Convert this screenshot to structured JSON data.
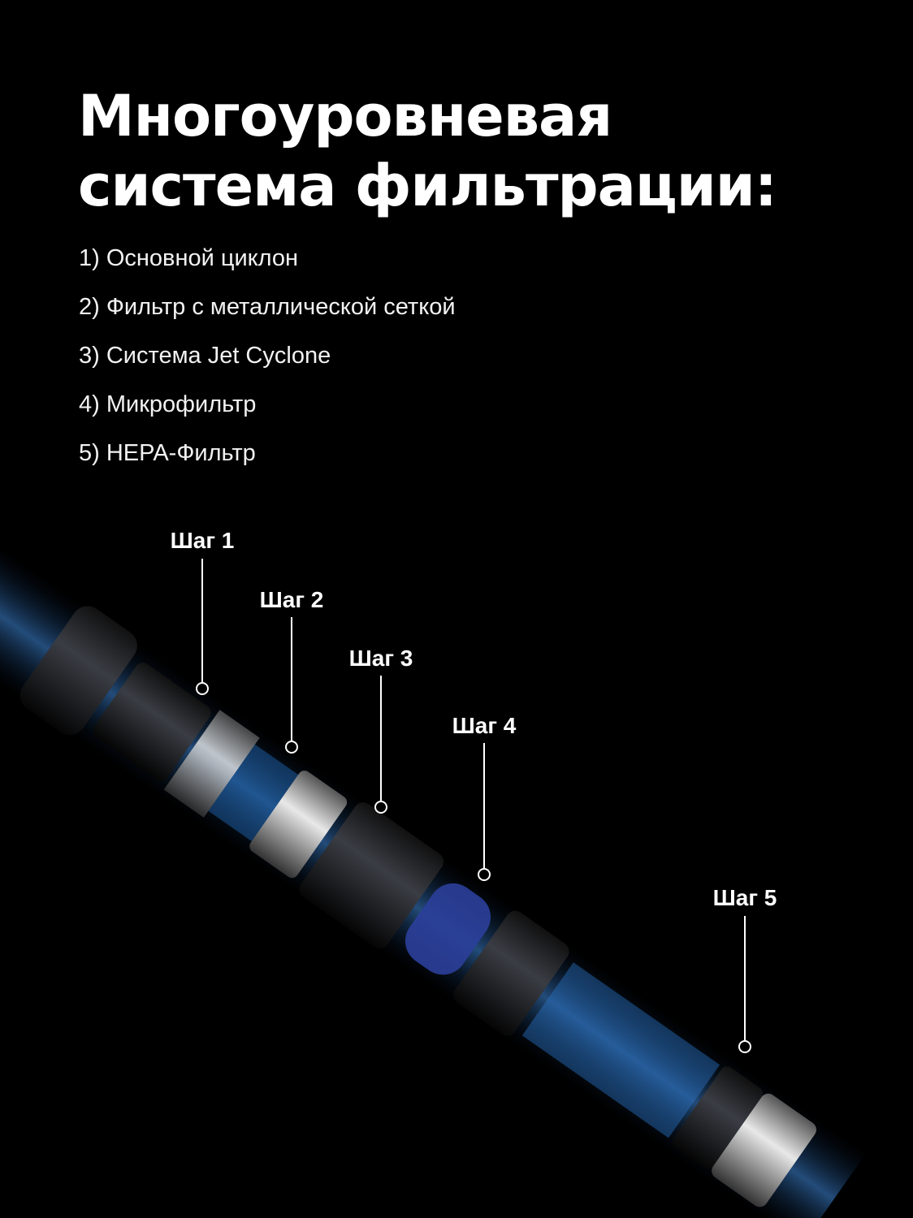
{
  "title": {
    "line1": "Многоуровневая",
    "line2": "система фильтрации:"
  },
  "stages": [
    "1) Основной циклон",
    "2) Фильтр с металлической сеткой",
    "3) Система Jet Cyclone",
    "4) Микрофильтр",
    "5) HEPA-Фильтр"
  ],
  "steps": [
    "Шаг 1",
    "Шаг 2",
    "Шаг 3",
    "Шаг 4",
    "Шаг 5"
  ],
  "colors": {
    "background": "#000000",
    "glow": "#3a8fe0",
    "text": "#ffffff"
  }
}
